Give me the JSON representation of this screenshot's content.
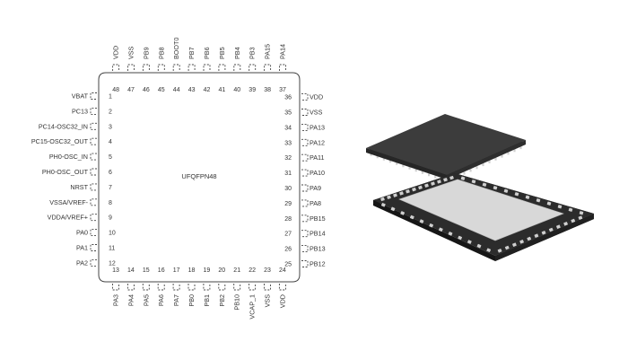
{
  "package_name": "UFQFPN48",
  "pins_left": [
    {
      "num": "1",
      "label": "VBAT"
    },
    {
      "num": "2",
      "label": "PC13"
    },
    {
      "num": "3",
      "label": "PC14-OSC32_IN"
    },
    {
      "num": "4",
      "label": "PC15-OSC32_OUT"
    },
    {
      "num": "5",
      "label": "PH0-OSC_IN"
    },
    {
      "num": "6",
      "label": "PH0-OSC_OUT"
    },
    {
      "num": "7",
      "label": "NRST"
    },
    {
      "num": "8",
      "label": "VSSA/VREF-"
    },
    {
      "num": "9",
      "label": "VDDA/VREF+"
    },
    {
      "num": "10",
      "label": "PA0"
    },
    {
      "num": "11",
      "label": "PA1"
    },
    {
      "num": "12",
      "label": "PA2"
    }
  ],
  "pins_bottom": [
    {
      "num": "13",
      "label": "PA3"
    },
    {
      "num": "14",
      "label": "PA4"
    },
    {
      "num": "15",
      "label": "PA5"
    },
    {
      "num": "16",
      "label": "PA6"
    },
    {
      "num": "17",
      "label": "PA7"
    },
    {
      "num": "18",
      "label": "PB0"
    },
    {
      "num": "19",
      "label": "PB1"
    },
    {
      "num": "20",
      "label": "PB2"
    },
    {
      "num": "21",
      "label": "PB10"
    },
    {
      "num": "22",
      "label": "VCAP_1"
    },
    {
      "num": "23",
      "label": "VSS"
    },
    {
      "num": "24",
      "label": "VDD"
    }
  ],
  "pins_right": [
    {
      "num": "25",
      "label": "PB12"
    },
    {
      "num": "26",
      "label": "PB13"
    },
    {
      "num": "27",
      "label": "PB14"
    },
    {
      "num": "28",
      "label": "PB15"
    },
    {
      "num": "29",
      "label": "PA8"
    },
    {
      "num": "30",
      "label": "PA9"
    },
    {
      "num": "31",
      "label": "PA10"
    },
    {
      "num": "32",
      "label": "PA11"
    },
    {
      "num": "33",
      "label": "PA12"
    },
    {
      "num": "34",
      "label": "PA13"
    },
    {
      "num": "35",
      "label": "VSS"
    },
    {
      "num": "36",
      "label": "VDD"
    }
  ],
  "pins_top": [
    {
      "num": "37",
      "label": "PA14"
    },
    {
      "num": "38",
      "label": "PA15"
    },
    {
      "num": "39",
      "label": "PB3"
    },
    {
      "num": "40",
      "label": "PB4"
    },
    {
      "num": "41",
      "label": "PB5"
    },
    {
      "num": "42",
      "label": "PB6"
    },
    {
      "num": "43",
      "label": "PB7"
    },
    {
      "num": "44",
      "label": "BOOT0"
    },
    {
      "num": "45",
      "label": "PB8"
    },
    {
      "num": "46",
      "label": "PB9"
    },
    {
      "num": "47",
      "label": "VSS"
    },
    {
      "num": "48",
      "label": "VDD"
    }
  ],
  "colors": {
    "outline": "#444444",
    "text": "#333333",
    "package_top": "#3a3a3a",
    "package_bottom_pad": "#d6d6d6",
    "package_bottom_body": "#2d2d2d",
    "lead": "#cfcfcf"
  }
}
